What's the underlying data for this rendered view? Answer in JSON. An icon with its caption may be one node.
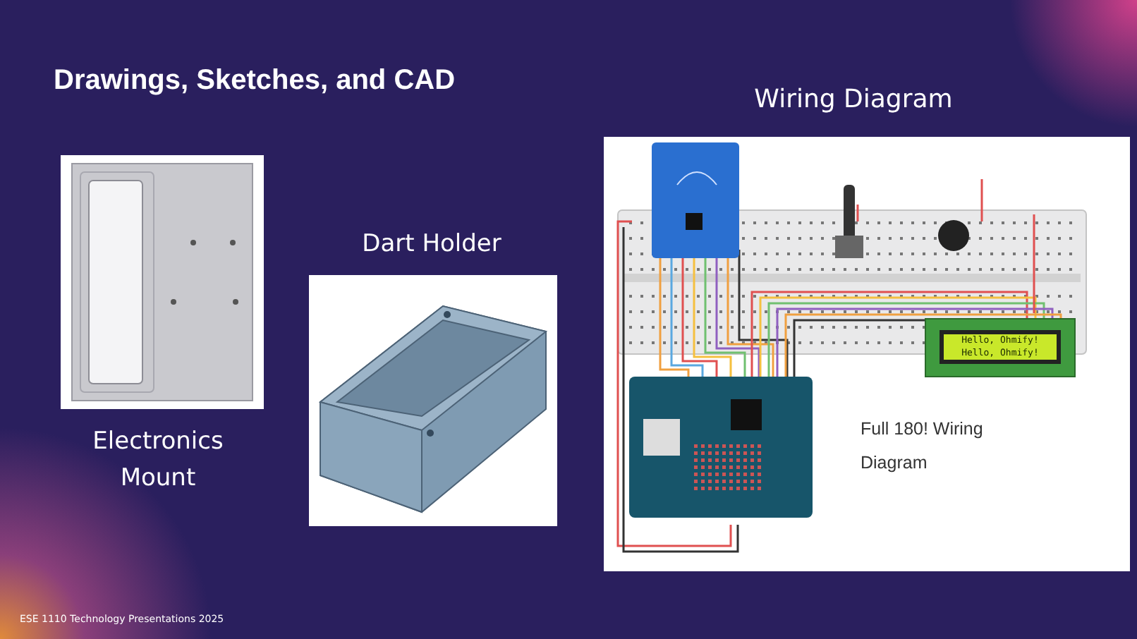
{
  "diagram": {
    "title": "Drawings, Sketches, and CAD",
    "labels": [
      "Wiring Diagram",
      "Dart Holder",
      "Electronics Mount",
      "Hello, Ohmify!",
      "Hello, Ohmify!",
      "Full 180! Wiring Diagram",
      "ESE 1110 Technology Presentations 2025"
    ]
  }
}
